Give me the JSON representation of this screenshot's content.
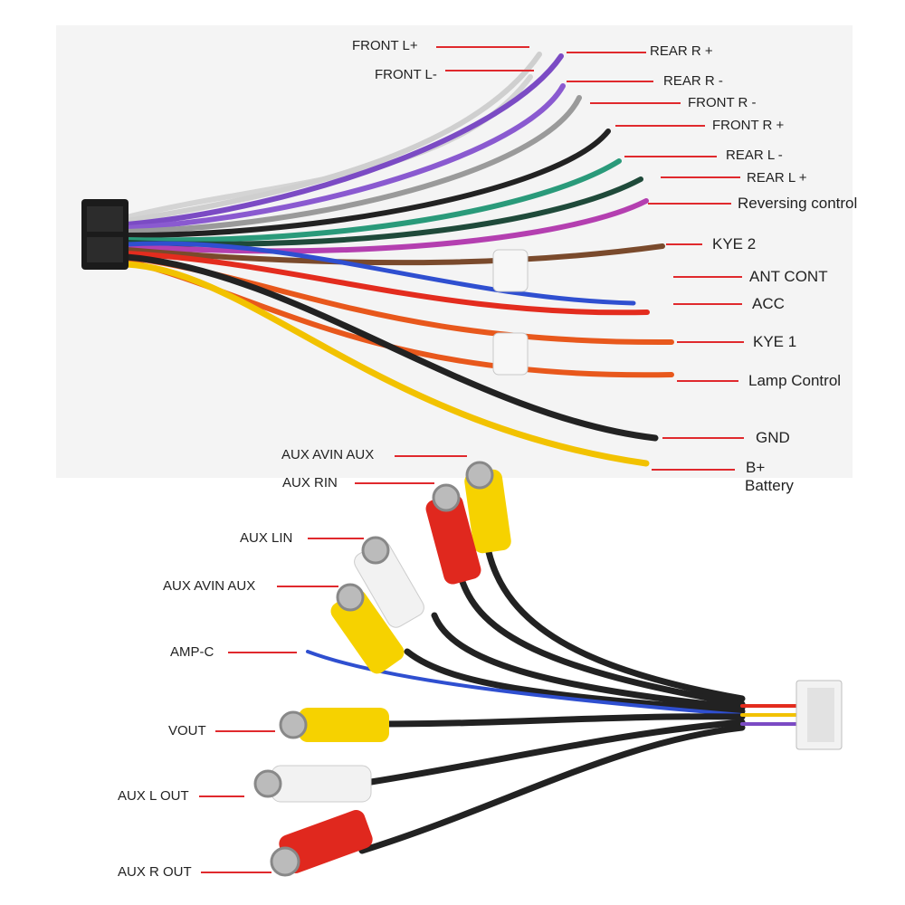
{
  "upper_harness": {
    "labels": {
      "front_l_plus": "FRONT L+",
      "front_l_minus": "FRONT L-",
      "rear_r_plus": "REAR R +",
      "rear_r_minus": "REAR R -",
      "front_r_minus": "FRONT R -",
      "front_r_plus": "FRONT R +",
      "rear_l_minus": "REAR L -",
      "rear_l_plus": "REAR L +",
      "reversing_control": "Reversing control",
      "kye_2": "KYE 2",
      "ant_cont": "ANT CONT",
      "acc": "ACC",
      "kye_1": "KYE 1",
      "lamp_control": "Lamp Control",
      "gnd": "GND",
      "b_plus": "B+",
      "battery": "Battery"
    }
  },
  "lower_harness": {
    "labels": {
      "aux_avin_aux_top": "AUX AVIN AUX",
      "aux_rin": "AUX RIN",
      "aux_lin": "AUX LIN",
      "aux_avin_aux": "AUX AVIN AUX",
      "amp_c": "AMP-C",
      "vout": "VOUT",
      "aux_l_out": "AUX L OUT",
      "aux_r_out": "AUX R OUT"
    }
  },
  "colors": {
    "label_line": "#e0292d",
    "wire_white": "#d9d9d9",
    "wire_purple": "#7b4bc4",
    "wire_gray": "#9a9a9a",
    "wire_black": "#222222",
    "wire_green": "#2a9a7a",
    "wire_pink": "#b43fb0",
    "wire_brown": "#7a4a2c",
    "wire_blue": "#2f4fd0",
    "wire_red": "#e32c1e",
    "wire_orange": "#e8581c",
    "wire_yellow": "#f2c200",
    "rca_red": "#e0281e",
    "rca_yellow": "#f6d200",
    "rca_white": "#f2f2f2"
  }
}
